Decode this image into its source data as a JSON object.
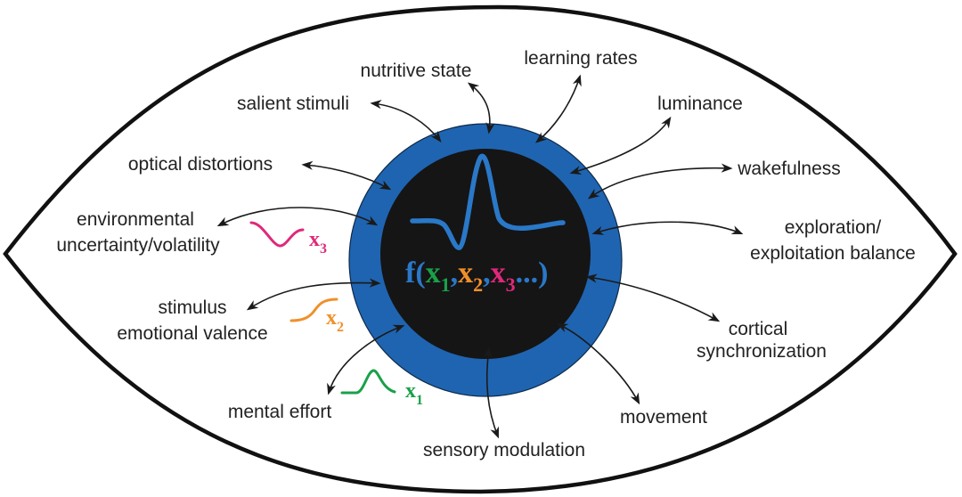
{
  "colors": {
    "iris": "#1f64b0",
    "pupil": "#151515",
    "outline": "#111111",
    "wave": "#2a78c8",
    "x1": "#1aa04a",
    "x2": "#f0902a",
    "x3": "#e0287a"
  },
  "center": {
    "function_prefix": "f(",
    "x1": "x",
    "x1_sub": "1",
    "x2": "x",
    "x2_sub": "2",
    "x3": "x",
    "x3_sub": "3",
    "comma": ",",
    "ellipsis": "...",
    "close": ")"
  },
  "labels": {
    "nutritive_state": "nutritive state",
    "learning_rates": "learning rates",
    "salient_stimuli": "salient stimuli",
    "luminance": "luminance",
    "optical_distortions": "optical distortions",
    "wakefulness": "wakefulness",
    "environmental_1": "environmental",
    "environmental_2": "uncertainty/volatility",
    "exploration_1": "exploration/",
    "exploration_2": "exploitation balance",
    "stimulus_1": "stimulus",
    "stimulus_2": "emotional valence",
    "cortical_1": "cortical",
    "cortical_2": "synchronization",
    "mental_effort": "mental effort",
    "movement": "movement",
    "sensory_modulation": "sensory modulation"
  },
  "variables": {
    "x1_label": "x",
    "x1_sub": "1",
    "x2_label": "x",
    "x2_sub": "2",
    "x3_label": "x",
    "x3_sub": "3"
  }
}
